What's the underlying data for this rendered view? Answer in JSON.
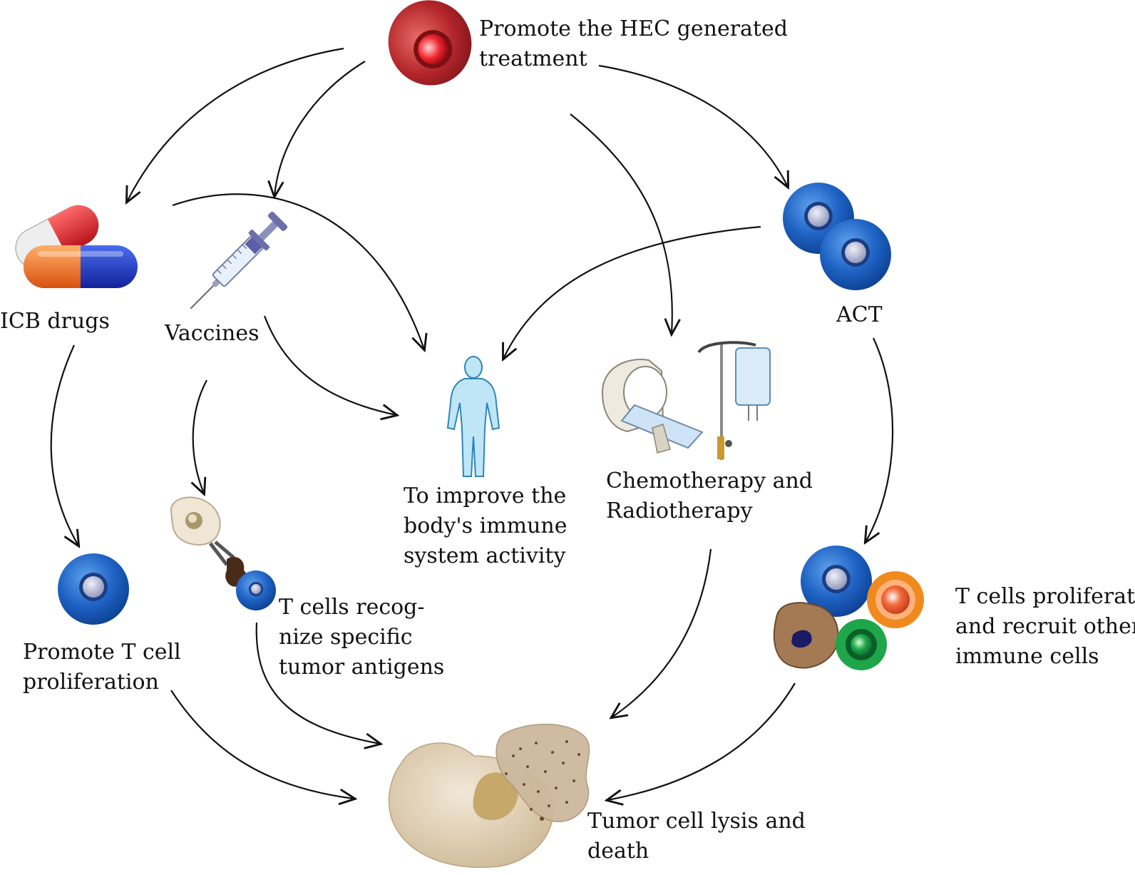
{
  "nodes": {
    "hec": {
      "lines": [
        "Promote the HEC generated",
        "treatment"
      ]
    },
    "icb": {
      "lines": [
        "ICB drugs"
      ]
    },
    "vaccines": {
      "lines": [
        "Vaccines"
      ]
    },
    "act": {
      "lines": [
        "ACT"
      ]
    },
    "body": {
      "lines": [
        "To improve the",
        "body's immune",
        "system activity"
      ]
    },
    "chemo": {
      "lines": [
        "Chemotherapy and",
        "Radiotherapy"
      ]
    },
    "tcell_prolif": {
      "lines": [
        "Promote T cell",
        "proliferation"
      ]
    },
    "tcell_recog": {
      "lines": [
        "T cells recog-",
        "nize specific",
        "tumor antigens"
      ]
    },
    "tcell_recruit": {
      "lines": [
        "T cells proliferate",
        "and recruit other",
        "immune cells"
      ]
    },
    "tumor": {
      "lines": [
        "Tumor cell lysis and",
        "death"
      ]
    }
  },
  "icons": [
    "hec-cell-icon",
    "capsule-pills-icon",
    "syringe-icon",
    "act-t-cells-icon",
    "human-body-icon",
    "ct-scanner-icon",
    "iv-drip-icon",
    "t-cell-icon",
    "antigen-presentation-icon",
    "immune-cell-cluster-icon",
    "tumor-cell-lysis-icon"
  ],
  "colors": {
    "arrow": "#111111",
    "hec_red": "#b3262b",
    "tcell_blue": "#1f63c4",
    "body_blue": "#bfe6f7",
    "tumor_beige": "#e3d2b6",
    "orange": "#f08a1e",
    "green": "#1fa64a"
  }
}
